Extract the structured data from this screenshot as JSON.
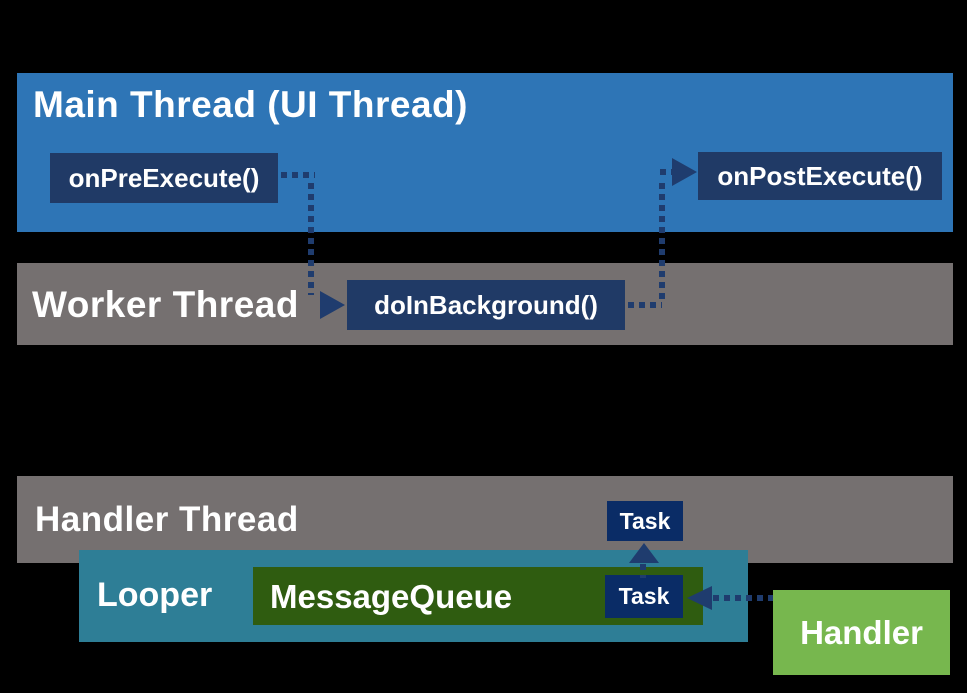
{
  "colors": {
    "background": "#000000",
    "main_band": "#2e75b6",
    "gray_band": "#757070",
    "method_box": "#203a66",
    "task_box": "#0a2c66",
    "looper": "#2e7e96",
    "message_queue": "#2f5c10",
    "handler": "#77b74e",
    "connector": "#1f3c6e",
    "text": "#ffffff"
  },
  "diagram": {
    "main_thread": {
      "title": "Main Thread (UI Thread)",
      "on_pre_execute": "onPreExecute()",
      "on_post_execute": "onPostExecute()"
    },
    "worker_thread": {
      "title": "Worker Thread",
      "do_in_background": "doInBackground()"
    },
    "handler_thread": {
      "title": "Handler Thread",
      "task_dispatched": "Task",
      "looper": {
        "title": "Looper",
        "message_queue": {
          "title": "MessageQueue",
          "task": "Task"
        }
      }
    },
    "handler": {
      "title": "Handler"
    }
  }
}
